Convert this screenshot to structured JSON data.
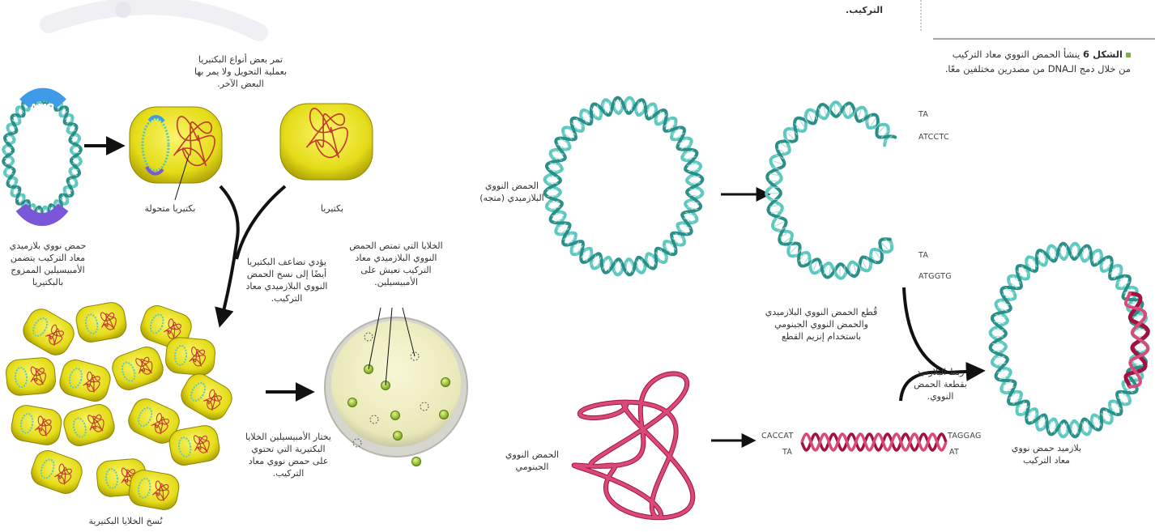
{
  "colors": {
    "helix": "#5cc8c0",
    "helix_dark": "#2a8f88",
    "genomic": "#d94a76",
    "genomic_dark": "#a3123f",
    "cell_yellow": "#e8e21c",
    "cell_edge": "#a09400",
    "plate": "#efeec7",
    "colony": "#9ccc25"
  },
  "caption": {
    "top_fragment": "التركيب.",
    "figure_word": "الشكل",
    "figure_number": "6",
    "text": "ينشأ الحمض النووي معاد التركيب من خلال دمج الـDNA من مصدرين مختلفين معًا."
  },
  "left": {
    "amp_label": "AMP",
    "plasmid_label": "حمض نووي بلازميدي معاد التركيب يتضمن الأمبيسيلين الممزوج بالبكتيريا",
    "transform_note": "تمر بعض أنواع البكتيريا بعملية التحويل ولا يمر بها البعض الآخر.",
    "transformed_label": "بكتيريا متحولة",
    "bacteria_label": "بكتيريا",
    "replication_note": "يؤدي تضاعف البكتيريا أيضًا إلى نسخ الحمض النووي البلازميدي معاد التركيب.",
    "survive_note": "الخلايا التي تمتص الحمض النووي البلازميدي معاد التركيب تعيش على الأمبيسيلين.",
    "clones_label": "نُسخ الخلايا البكتيرية",
    "select_note": "يختار الأمبيسيلين الخلايا البكتيرية التي تحتوي على حمض نووي معاد التركيب."
  },
  "right": {
    "vector_label": "الحمض النووي البلازميدي (متجه)",
    "seq_top_1": "TA",
    "seq_top_2": "ATCCTC",
    "seq_bot_1": "TA",
    "seq_bot_2": "ATGGTG",
    "cut_note": "قُطع الحمض النووي البلازميدي والحمض النووي الجينومي باستخدام إنزيم القطع",
    "genomic_label": "الحمض النووي الجينومي",
    "frag_left_top": "CACCAT",
    "frag_left_bot": "TA",
    "frag_right_top": "TAGGAG",
    "frag_right_bot": "AT",
    "ligate_note": "ربط البلازميد بقطعة الحمض النووي.",
    "result_label": "بلازميد حمض نووي معاد التركيب"
  }
}
